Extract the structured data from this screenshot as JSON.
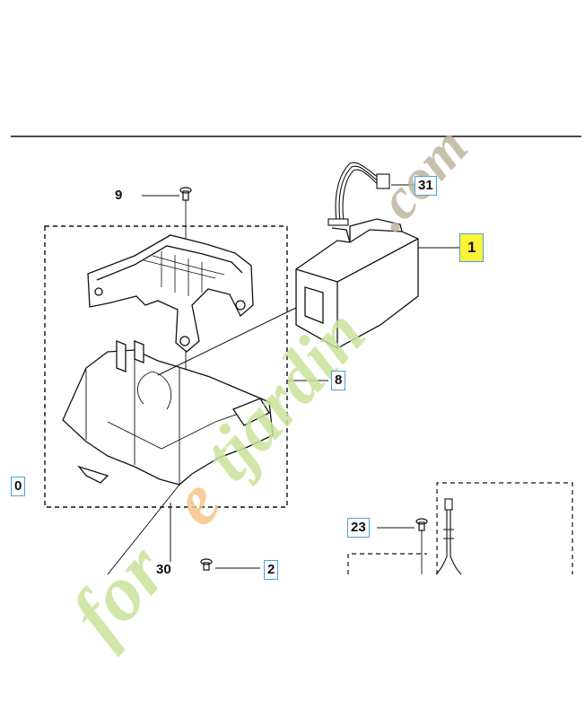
{
  "callouts": {
    "c9": "9",
    "c31": "31",
    "c1": "1",
    "c8": "8",
    "c0": "0",
    "c23": "23",
    "c30": "30",
    "c2": "2"
  },
  "watermark": {
    "text": "foretjardin.com",
    "color_green": "#c9e29a",
    "color_orange": "#f6c48a",
    "color_gray": "#bdb59c"
  },
  "colors": {
    "highlight": "#fdf23a",
    "callout_border": "#4aa3d9",
    "line": "#111111"
  }
}
